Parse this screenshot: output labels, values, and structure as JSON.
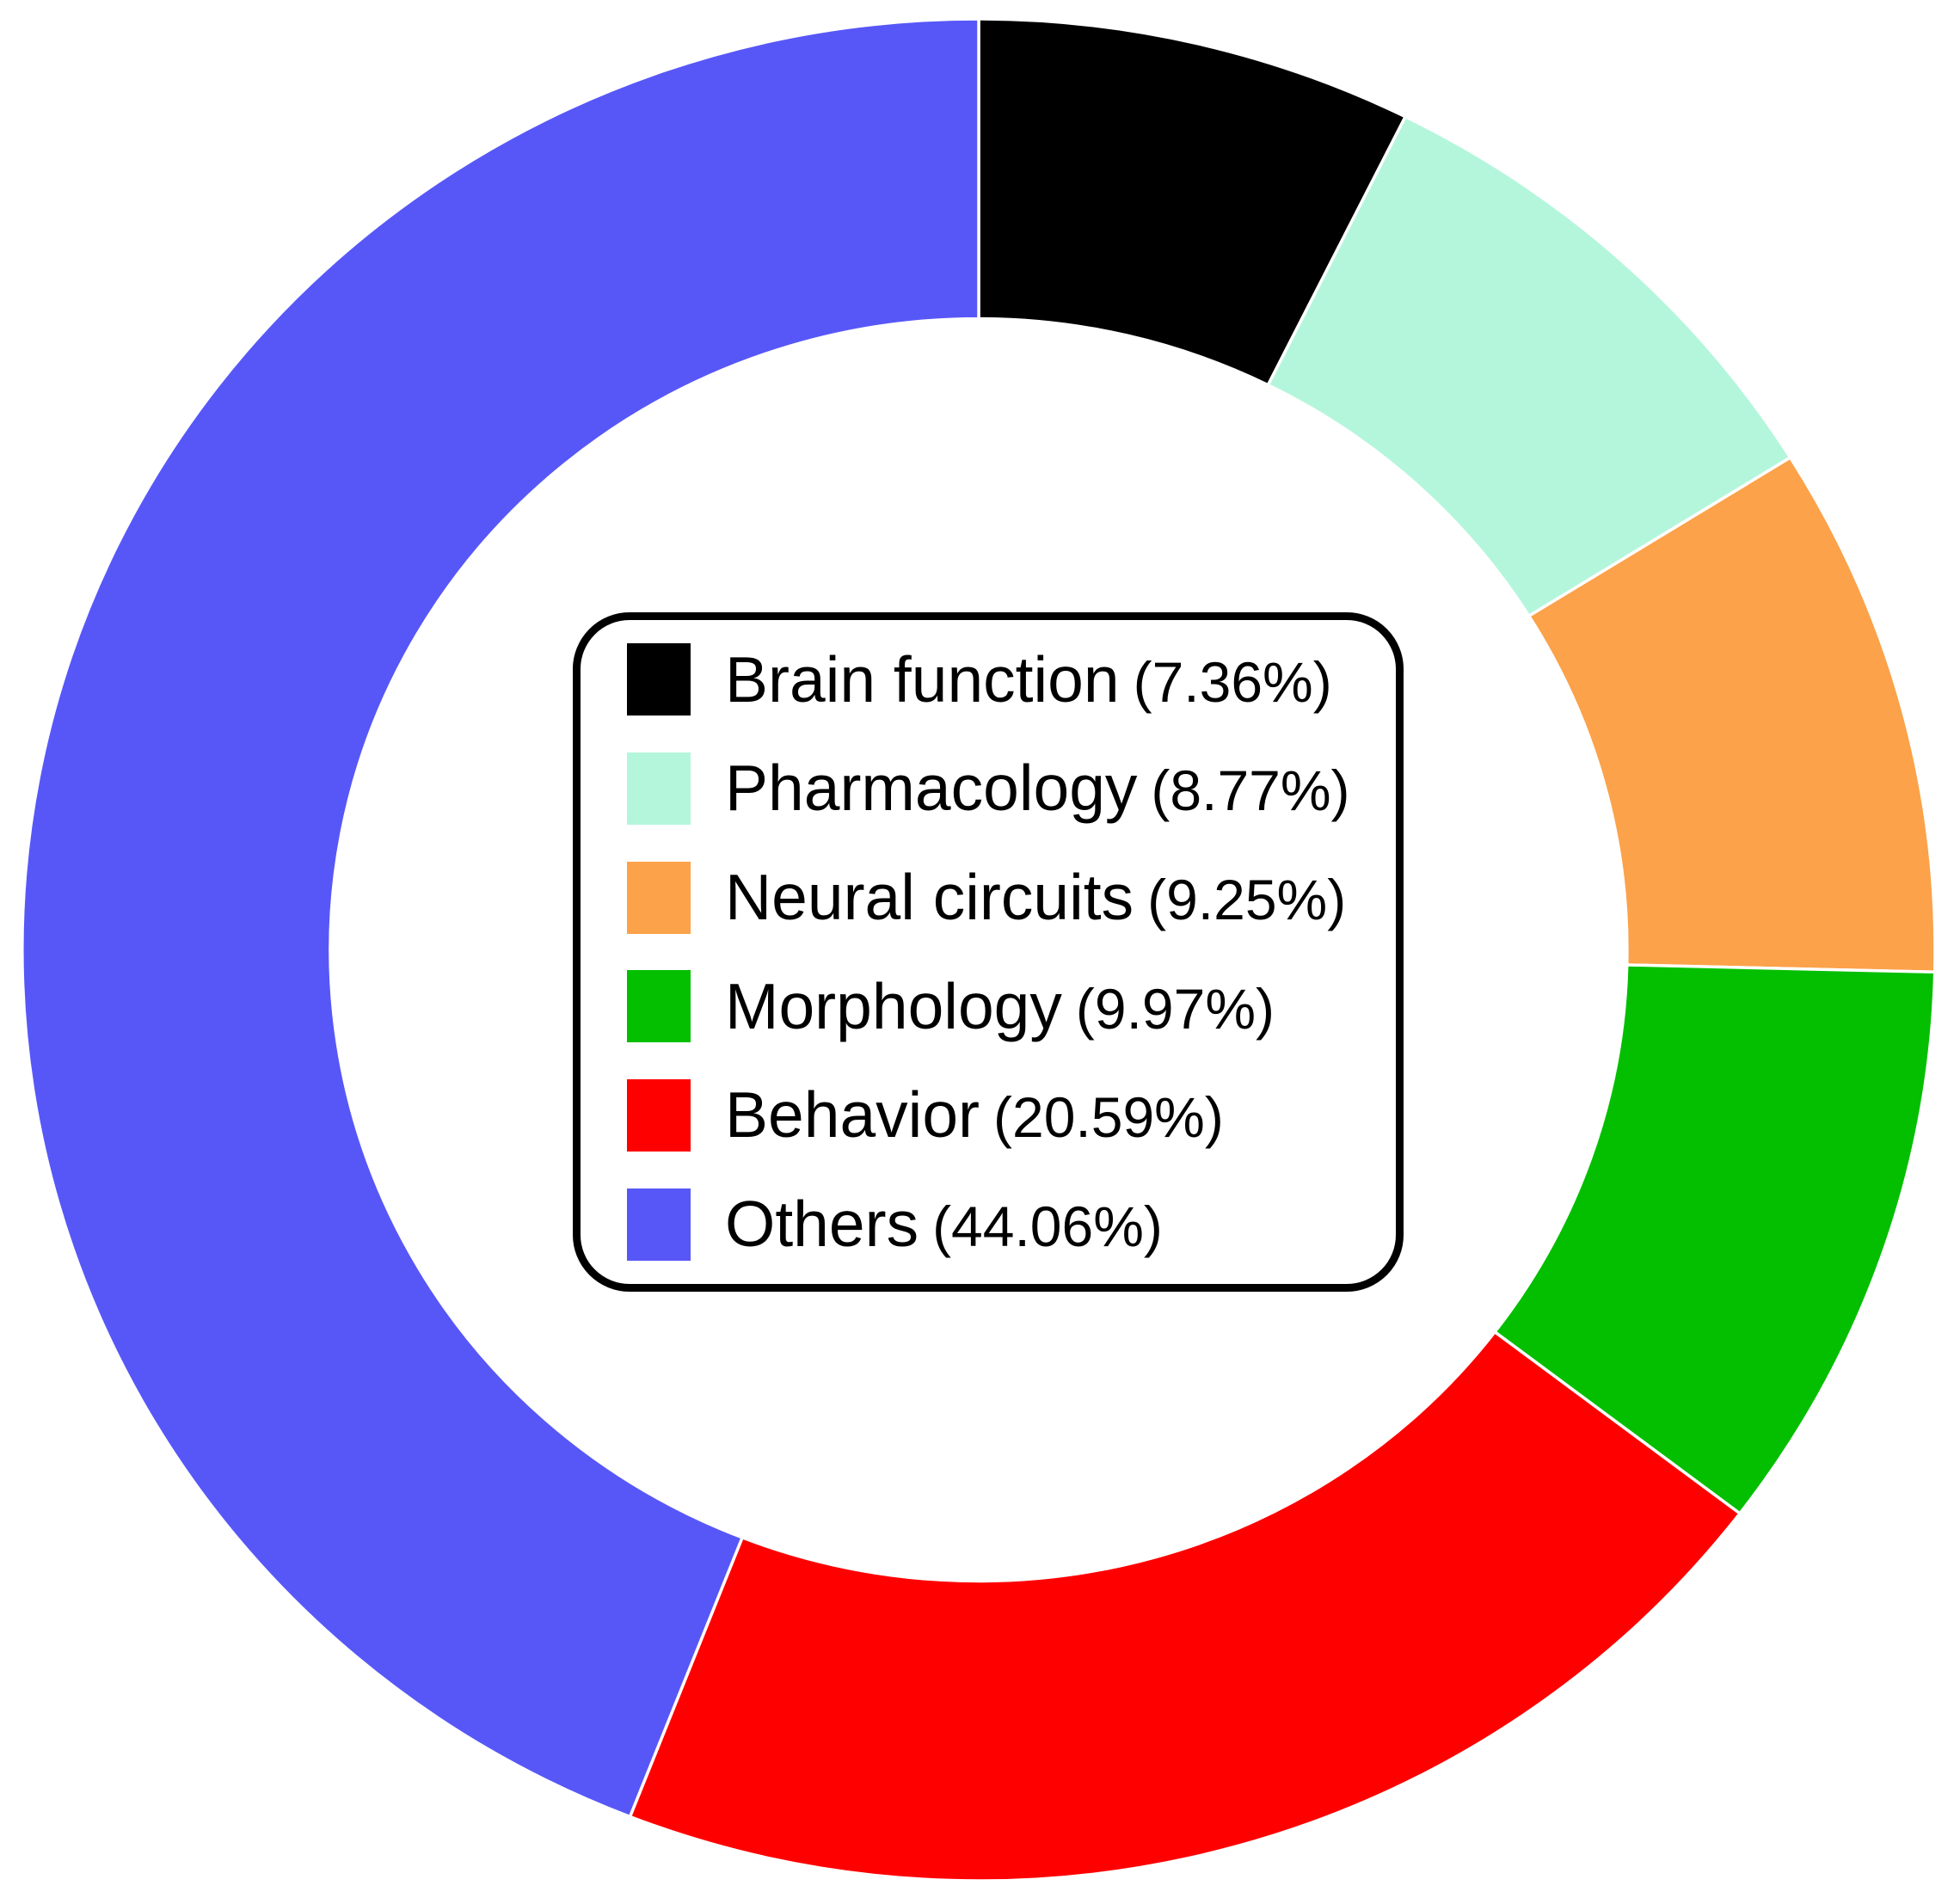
{
  "chart_data": {
    "type": "pie",
    "subtype": "donut",
    "title": "",
    "categories": [
      "Brain function",
      "Pharmacology",
      "Neural circuits",
      "Morphology",
      "Behavior",
      "Others"
    ],
    "values": [
      7.36,
      8.77,
      9.25,
      9.97,
      20.59,
      44.06
    ],
    "colors": [
      "#000000",
      "#b4f6dc",
      "#fba24a",
      "#04bf00",
      "#fe0000",
      "#5757f8"
    ],
    "start_angle": "top",
    "direction": "clockwise",
    "inner_radius_ratio": 0.678,
    "segment_gap_color": "#ffffff",
    "legend_position": "center"
  },
  "legend": {
    "items": [
      {
        "label": "Brain function",
        "pct_label": "(7.36%)",
        "color": "#000000"
      },
      {
        "label": "Pharmacology",
        "pct_label": "(8.77%)",
        "color": "#b4f6dc"
      },
      {
        "label": "Neural circuits",
        "pct_label": "(9.25%)",
        "color": "#fba24a"
      },
      {
        "label": "Morphology",
        "pct_label": "(9.97%)",
        "color": "#04bf00"
      },
      {
        "label": "Behavior",
        "pct_label": "(20.59%)",
        "color": "#fe0000"
      },
      {
        "label": "Others",
        "pct_label": "(44.06%)",
        "color": "#5757f8"
      }
    ]
  }
}
